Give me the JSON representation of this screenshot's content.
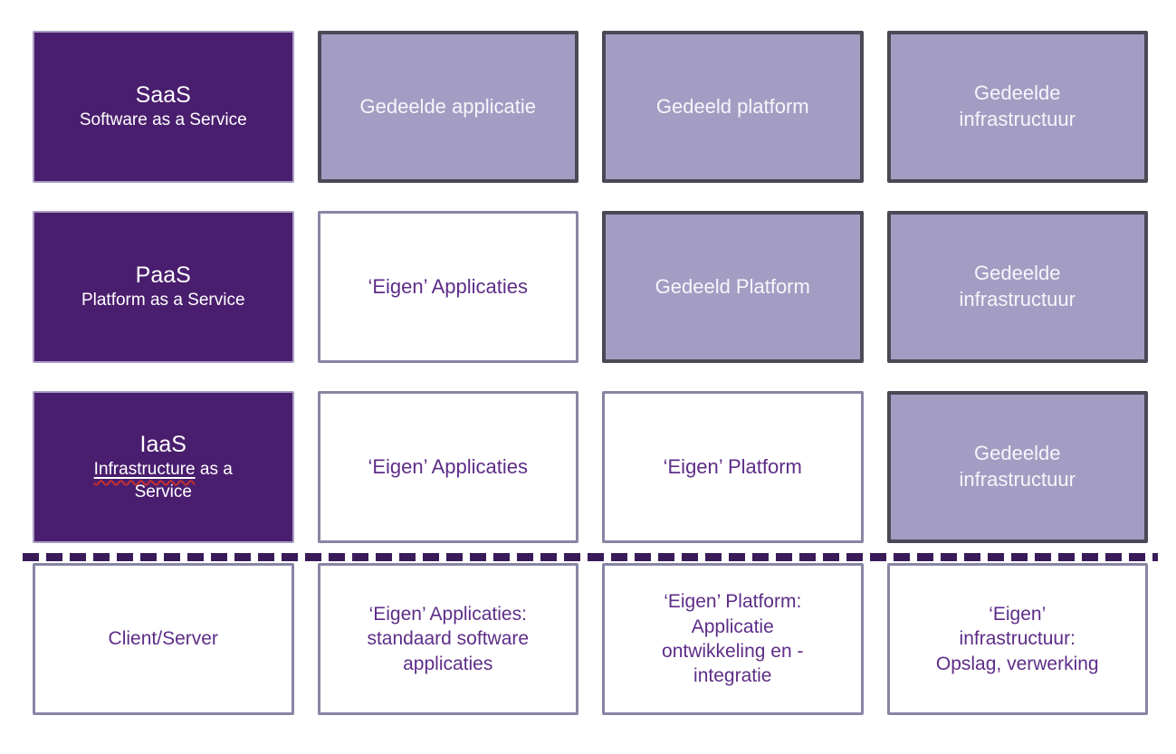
{
  "palette": {
    "dark_purple": "#4a1e6e",
    "light_purple": "#a39dc3",
    "purple_text": "#5d2d87",
    "white_text": "#ffffff",
    "shared_text": "#f7f5fb",
    "shared_border": "#4c4856",
    "own_border": "#8886a4",
    "dark_cell_outline": "#a99cc4",
    "divider": "#3a1b59",
    "squiggle_red": "#c13030"
  },
  "cells": {
    "saas": {
      "title": "SaaS",
      "subtitle": "Software as a Service"
    },
    "saas_app": "Gedeelde applicatie",
    "saas_platform": "Gedeeld platform",
    "saas_infra": "Gedeelde infrastructuur",
    "paas": {
      "title": "PaaS",
      "subtitle": "Platform as a Service"
    },
    "paas_app": "‘Eigen’ Applicaties",
    "paas_platform": "Gedeeld Platform",
    "paas_infra": "Gedeelde infrastructuur",
    "iaas": {
      "title": "IaaS",
      "subtitle_underlined": "Infrastructure",
      "subtitle_rest": " as a Service"
    },
    "iaas_app": "‘Eigen’ Applicaties",
    "iaas_platform": "‘Eigen’ Platform",
    "iaas_infra": "Gedeelde infrastructuur",
    "client_server": "Client/Server",
    "cs_app": "‘Eigen’ Applicaties: standaard software applicaties",
    "cs_platform": "‘Eigen’ Platform: Applicatie ontwikkeling en - integratie",
    "cs_infra": "‘Eigen’ infrastructuur: Opslag, verwerking"
  }
}
